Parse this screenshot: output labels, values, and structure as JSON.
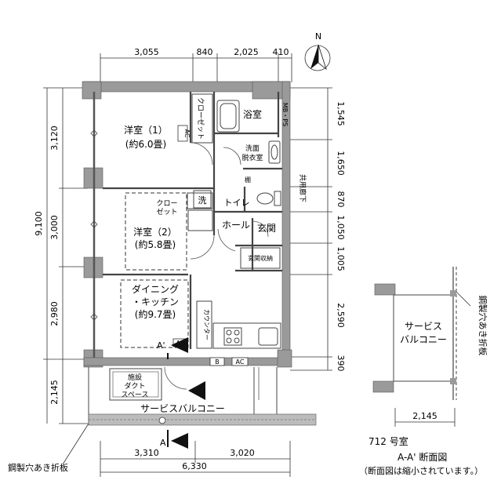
{
  "dimensions": {
    "top": [
      "3,055",
      "840",
      "2,025",
      "410"
    ],
    "bottom": [
      "3,310",
      "3,020"
    ],
    "bottom_total": "6,330",
    "left": [
      "3,120",
      "3,000",
      "2,980",
      "2,145"
    ],
    "left_total": "9,100",
    "right": [
      "1,545",
      "1,650",
      "870",
      "1,050",
      "1,005",
      "2,590",
      "390"
    ],
    "section_width": "2,145"
  },
  "rooms": {
    "bedroom1": "洋室（1）",
    "bedroom1_size": "(約6.0畳)",
    "bedroom2": "洋室（2）",
    "bedroom2_size": "(約5.8畳)",
    "dk_line1": "ダイニング",
    "dk_line2": "・キッチン",
    "dk_size": "(約9.7畳)",
    "closet1": "クローゼット",
    "closet2_line1": "クロー",
    "closet2_line2": "ゼット",
    "bath": "浴室",
    "washroom_line1": "洗面",
    "washroom_line2": "脱衣室",
    "mbps": "MB・PS",
    "toilet": "トイレ",
    "wash": "洗",
    "hall": "ホール",
    "entrance": "玄関",
    "shoe_storage": "玄関収納",
    "counter": "カウンター",
    "shelf": "棚",
    "corridor": "共用廊下",
    "duct_line1": "施設",
    "duct_line2": "ダクト",
    "duct_line3": "スペース",
    "balcony": "サービスバルコニー",
    "section_balcony_line1": "サービス",
    "section_balcony_line2": "バルコニー"
  },
  "marks": {
    "ac": "AC",
    "b": "B",
    "section_a": "A",
    "section_a_prime": "A'",
    "north": "N"
  },
  "labels": {
    "steel_plate": "鋼製穴あき折板",
    "unit": "712 号室",
    "section_title": "A-A' 断面図",
    "section_note": "（断面図は縮小されています。）"
  }
}
